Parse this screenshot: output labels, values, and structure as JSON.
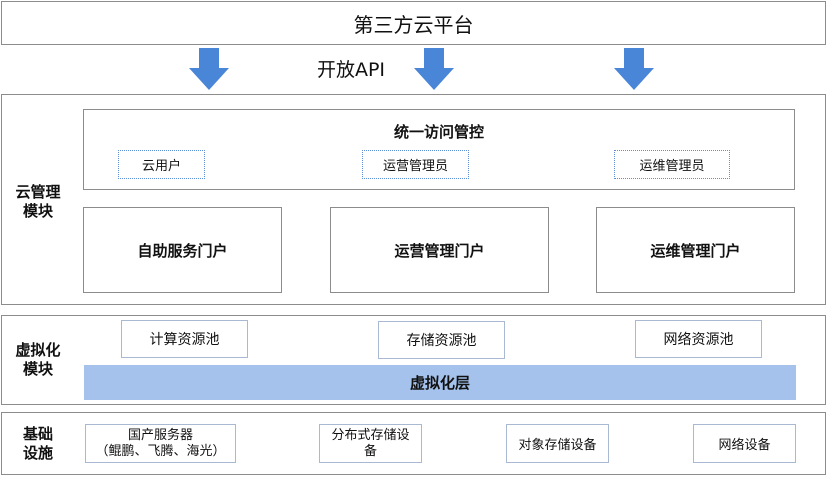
{
  "top": {
    "title": "第三方云平台"
  },
  "api": {
    "label": "开放API"
  },
  "cloud_mgmt": {
    "label_line1": "云管理",
    "label_line2": "模块",
    "access": {
      "title": "统一访问管控",
      "roles": [
        "云用户",
        "运营管理员",
        "运维管理员"
      ]
    },
    "portals": [
      "自助服务门户",
      "运营管理门户",
      "运维管理门户"
    ]
  },
  "virtualization": {
    "label_line1": "虚拟化",
    "label_line2": "模块",
    "pools": [
      "计算资源池",
      "存储资源池",
      "网络资源池"
    ],
    "layer": "虚拟化层"
  },
  "infrastructure": {
    "label_line1": "基础",
    "label_line2": "设施",
    "devices": [
      {
        "line1": "国产服务器",
        "line2": "（鲲鹏、飞腾、海光）"
      },
      {
        "line1": "分布式存储设",
        "line2": "备"
      },
      {
        "line1": "对象存储设备",
        "line2": ""
      },
      {
        "line1": "网络设备",
        "line2": ""
      }
    ]
  },
  "colors": {
    "arrow": "#4a86d8",
    "layer_fill": "#a4c2ec",
    "dotted_border": "#5b8fd6"
  }
}
